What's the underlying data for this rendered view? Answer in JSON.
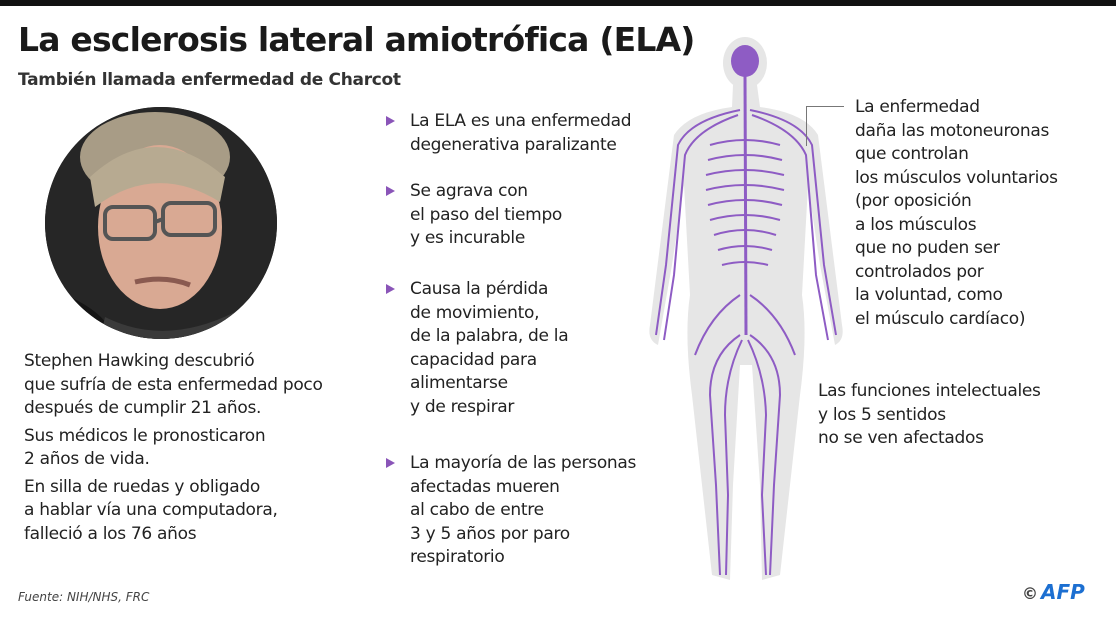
{
  "title": "La esclerosis lateral amiotrófica (ELA)",
  "subtitle": "También llamada enfermedad de Charcot",
  "hawking": {
    "p1": "Stephen Hawking descubrió\nque sufría de esta enfermedad poco\ndespués de cumplir 21 años.",
    "p2": "Sus médicos le pronosticaron\n2 años de vida.",
    "p3": "En silla de ruedas y obligado\na hablar vía una computadora,\nfalleció a los 76 años"
  },
  "bullets": [
    "La ELA es una enfermedad\ndegenerativa paralizante",
    "Se agrava con\nel paso del tiempo\ny es incurable",
    "Causa la pérdida\nde movimiento,\nde la palabra, de la\ncapacidad para\nalimentarse\ny de respirar",
    "La mayoría de las personas\nafectadas mueren\nal cabo de entre\n3 y 5 años por paro\nrespiratorio"
  ],
  "right_note": "La enfermedad\ndaña las motoneuronas\nque controlan\nlos músculos voluntarios\n(por oposición\na los músculos\nque no puden ser\ncontrolados por\nla voluntad, como\nel músculo cardíaco)",
  "right_note2": "Las funciones intelectuales\ny los 5 sentidos\nno se ven afectados",
  "source": "Fuente: NIH/NHS, FRC",
  "credit": {
    "symbol": "©",
    "logo": "AFP"
  },
  "colors": {
    "accent": "#8a55b8",
    "nerve": "#8e5cc4",
    "silhouette": "#e4e4e4",
    "logo": "#1c6fd1"
  }
}
